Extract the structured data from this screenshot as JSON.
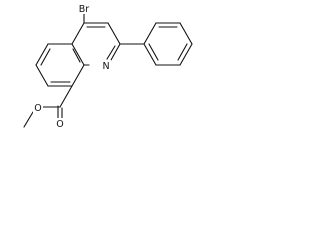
{
  "molecule": {
    "atoms": {
      "bromine": "Br",
      "ring_nitrogen": "N",
      "carbonyl_oxygen": "O",
      "ester_oxygen": "O"
    }
  },
  "colors": {
    "bond": "#111111",
    "label": "#111111",
    "background": "#ffffff"
  }
}
